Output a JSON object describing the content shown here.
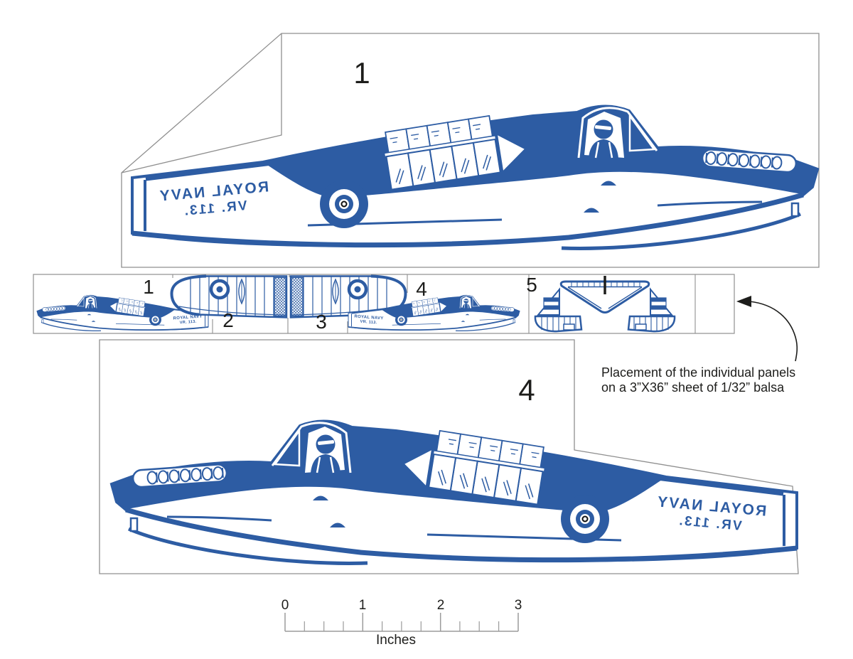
{
  "title": "Profile fuselage panel plan",
  "colors": {
    "accent": "#2d5ca3",
    "panel_border": "#8f8f8f",
    "ink": "#1d1d1b",
    "ruler": "#9b9b9b"
  },
  "panel1": {
    "number": "1"
  },
  "panel4": {
    "number": "4"
  },
  "fuselage_text": {
    "line1": "ROYAL NAVY",
    "line2": "VR. 113."
  },
  "strip": {
    "cells": [
      {
        "label": "1"
      },
      {
        "label": "2"
      },
      {
        "label": "3"
      },
      {
        "label": "4"
      },
      {
        "label": "5"
      }
    ]
  },
  "annotation": {
    "line1": "Placement of the individual panels",
    "line2": "on a 3”X36” sheet of 1/32” balsa"
  },
  "ruler": {
    "ticks": [
      "0",
      "1",
      "2",
      "3"
    ],
    "unit": "Inches"
  }
}
